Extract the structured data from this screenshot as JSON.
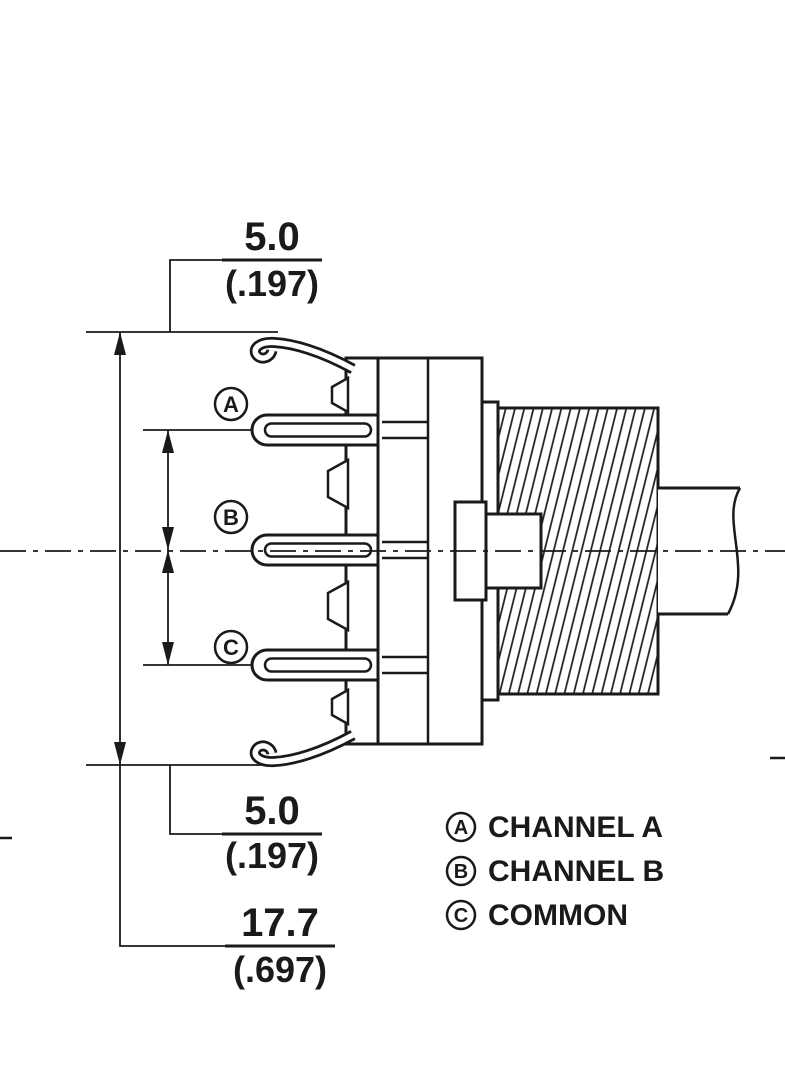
{
  "dimensions": {
    "top": {
      "value": "5.0",
      "alt": "(.197)"
    },
    "bottom": {
      "value": "5.0",
      "alt": "(.197)"
    },
    "overall": {
      "value": "17.7",
      "alt": "(.697)"
    }
  },
  "callouts": {
    "a": "A",
    "b": "B",
    "c": "C"
  },
  "legend": [
    {
      "symbol": "A",
      "label": "CHANNEL A"
    },
    {
      "symbol": "B",
      "label": "CHANNEL B"
    },
    {
      "symbol": "C",
      "label": "COMMON"
    }
  ],
  "colors": {
    "ink": "#1a1a1a",
    "background": "#ffffff"
  }
}
